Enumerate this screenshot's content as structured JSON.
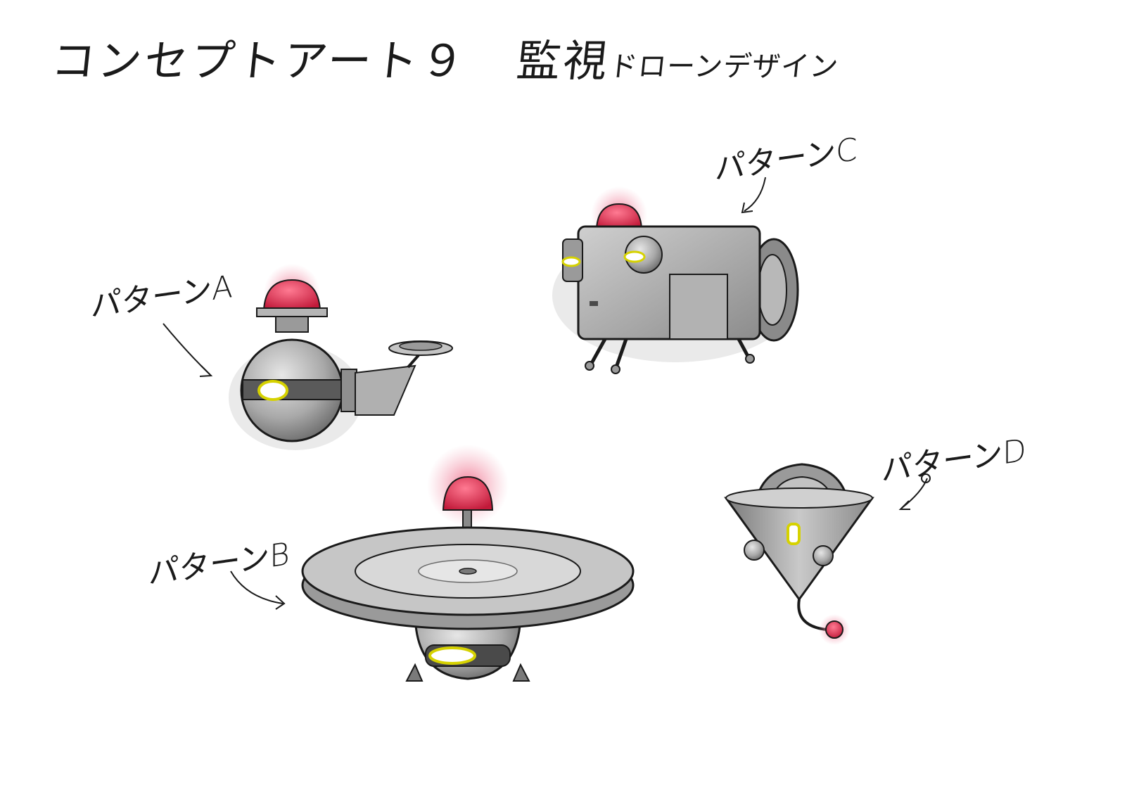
{
  "title": {
    "main": "コンセプトアート９",
    "subject": "監視",
    "subject_small": "ドローンデザイン"
  },
  "labels": {
    "a": "パターンA",
    "b": "パターンB",
    "c": "パターンC",
    "d": "パターンD"
  },
  "colors": {
    "ink": "#1a1a1a",
    "metal_light": "#c8c8c8",
    "metal_mid": "#9e9e9e",
    "metal_dark": "#6a6a6a",
    "shadow": "#d9d9d9",
    "lamp_red": "#e0324e",
    "lamp_glow": "#f2a3b6",
    "lens_yellow": "#d6d200"
  }
}
